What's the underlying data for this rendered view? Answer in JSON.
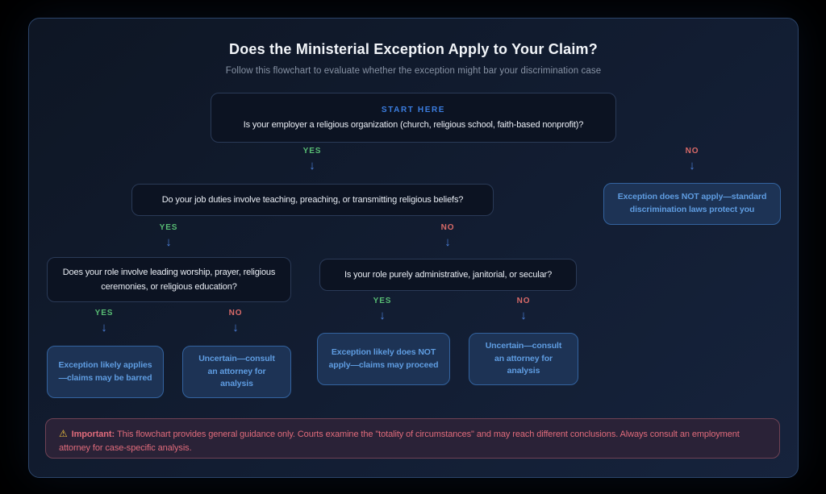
{
  "header": {
    "title": "Does the Ministerial Exception Apply to Your Claim?",
    "subtitle": "Follow this flowchart to evaluate whether the exception might bar your discrimination case"
  },
  "labels": {
    "yes": "YES",
    "no": "NO"
  },
  "icons": {
    "down_arrow": "↓",
    "warning": "⚠"
  },
  "start": {
    "tag": "START HERE",
    "question": "Is your employer a religious organization (church, religious school, faith-based nonprofit)?"
  },
  "questions": {
    "duties": "Do your job duties involve teaching, preaching, or transmitting religious beliefs?",
    "worship": "Does your role involve leading worship, prayer, religious ceremonies, or religious education?",
    "admin": "Is your role purely administrative, janitorial, or secular?"
  },
  "outcomes": {
    "standard_laws": "Exception does NOT apply—standard discrimination laws protect you",
    "likely_applies": "Exception likely applies—claims may be barred",
    "uncertain": "Uncertain—consult an attorney for analysis",
    "likely_not_apply": "Exception likely does NOT apply—claims may proceed"
  },
  "disclaimer": {
    "important_label": "Important:",
    "text": "This flowchart provides general guidance only. Courts examine the \"totality of circumstances\" and may reach different conclusions. Always consult an employment attorney for case-specific analysis."
  },
  "colors": {
    "yes_green": "#58bd74",
    "no_red": "#d96a68",
    "arrow_blue": "#4c80da",
    "start_tag_blue": "#3b7de0",
    "outcome_text_blue": "#5f9de2",
    "warning_pink": "#e06b7b",
    "warning_icon_amber": "#f0c23c"
  }
}
